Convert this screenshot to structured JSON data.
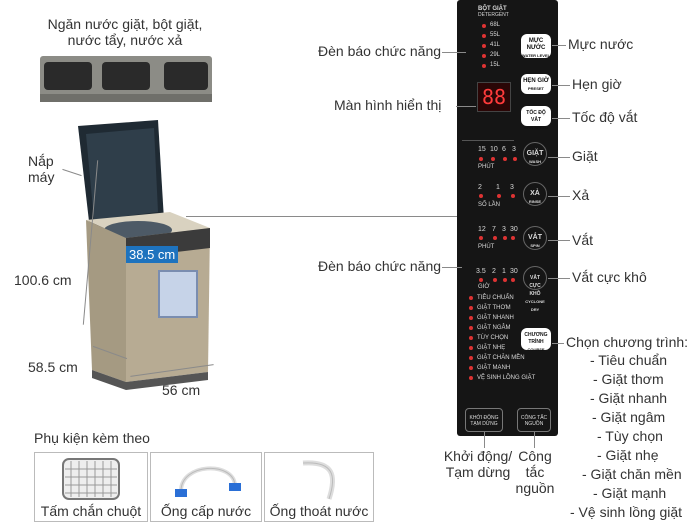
{
  "machine_labels": {
    "detergent_tray_line1": "Ngăn nước giặt, bột giặt,",
    "detergent_tray_line2": "nước tẩy, nước xả",
    "lid_line1": "Nắp",
    "lid_line2": "máy",
    "height": "100.6 cm",
    "depth": "58.5 cm",
    "width": "56 cm",
    "drum_diameter": "38.5 cm"
  },
  "panel_left_labels": {
    "indicator_top": "Đèn báo chức năng",
    "display": "Màn hình hiển thị",
    "indicator_bottom": "Đèn báo chức năng"
  },
  "panel_right_labels": {
    "water_level": "Mực nước",
    "timer": "Hẹn giờ",
    "spin_speed": "Tốc độ vắt",
    "wash": "Giặt",
    "rinse": "Xả",
    "spin": "Vắt",
    "dry_spin": "Vắt cực khô",
    "program_title": "Chọn chương trình:",
    "start_pause_line1": "Khởi động/",
    "start_pause_line2": "Tạm dừng",
    "power_line1": "Công",
    "power_line2": "tắc",
    "power_line3": "nguồn"
  },
  "programs": [
    "- Tiêu chuẩn",
    "- Giặt thơm",
    "- Giặt nhanh",
    "- Giặt ngâm",
    "- Tùy chọn",
    "- Giặt nhẹ",
    "- Giặt chăn mền",
    "- Giặt mạnh",
    "- Vệ sinh lồng giặt"
  ],
  "accessories": {
    "title": "Phụ kiện kèm theo",
    "items": [
      "Tấm chắn chuột",
      "Ống cấp nước",
      "Ống thoát nước"
    ]
  },
  "panel": {
    "header": "BỘT GIẶT",
    "header_sub": "DETERGENT",
    "water_levels": [
      "68L",
      "55L",
      "41L",
      "29L",
      "15L"
    ],
    "btn_water": "MỰC NƯỚC",
    "btn_water_en": "WATER LEVEL",
    "btn_timer": "HẸN GIỜ",
    "btn_timer_en": "PRESET",
    "btn_speed": "TỐC ĐỘ VẮT",
    "btn_speed_en": "SPIN SPEED",
    "btn_wash": "GIẶT",
    "btn_wash_en": "WASH",
    "btn_rinse": "XẢ",
    "btn_rinse_en": "RINSE",
    "btn_spin": "VẮT",
    "btn_spin_en": "SPIN",
    "btn_dry": "VẮT CỰC KHÔ",
    "btn_dry_en": "CYCLONE DRY",
    "btn_program": "CHƯƠNG TRÌNH",
    "btn_program_en": "COURSE",
    "btn_start": "KHỞI ĐỘNG TẠM DỪNG",
    "btn_power": "CÔNG TẮC NGUỒN",
    "wash_minutes": [
      "15",
      "10",
      "6",
      "3"
    ],
    "rinse_times": [
      "2",
      "1",
      "3"
    ],
    "spin_minutes": [
      "12",
      "7",
      "3",
      "30"
    ],
    "dry_hours": [
      "3.5",
      "2",
      "1",
      "30"
    ],
    "phut": "PHÚT",
    "so_lan": "SỐ LẦN",
    "gio": "GIỜ",
    "programs_small": [
      "TIÊU CHUẨN",
      "GIẶT THƠM",
      "GIẶT NHANH",
      "GIẶT NGÂM",
      "TÙY CHỌN",
      "GIẶT NHẸ",
      "GIẶT CHĂN MỀN",
      "GIẶT MẠNH",
      "VỆ SINH LỒNG GIẶT"
    ],
    "display_digits": "88"
  },
  "colors": {
    "panel_bg": "#151515",
    "led": "#d33333",
    "accent_blue": "#1e73be",
    "leader": "#8a8a8a",
    "machine_body": "#b7ab93"
  }
}
